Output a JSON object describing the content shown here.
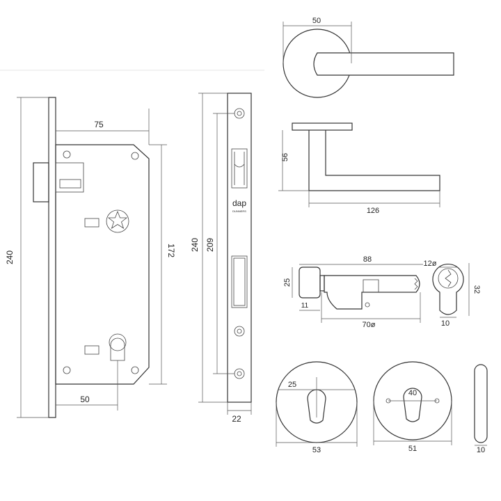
{
  "logo": {
    "brand": "dap",
    "tagline": "DUNNERS"
  },
  "dimensions": {
    "lock_height": "240",
    "backset": "75",
    "case_height": "172",
    "cylinder_backset": "50",
    "faceplate_height": "240",
    "screw_spacing": "209",
    "faceplate_width": "22",
    "rose_diameter": "50",
    "lever_projection": "56",
    "lever_length": "126",
    "cylinder_length": "88",
    "cylinder_offset": "70ø",
    "thumbturn_height": "25",
    "thumbturn_depth": "11",
    "cylinder_width": "12ø",
    "cylinder_height": "32",
    "cylinder_base": "10",
    "escutcheon_a_hole": "25",
    "escutcheon_a_diameter": "53",
    "escutcheon_b_hole": "40",
    "escutcheon_b_diameter": "51",
    "escutcheon_thickness": "10"
  },
  "colors": {
    "line": "#333333",
    "background": "#ffffff"
  }
}
